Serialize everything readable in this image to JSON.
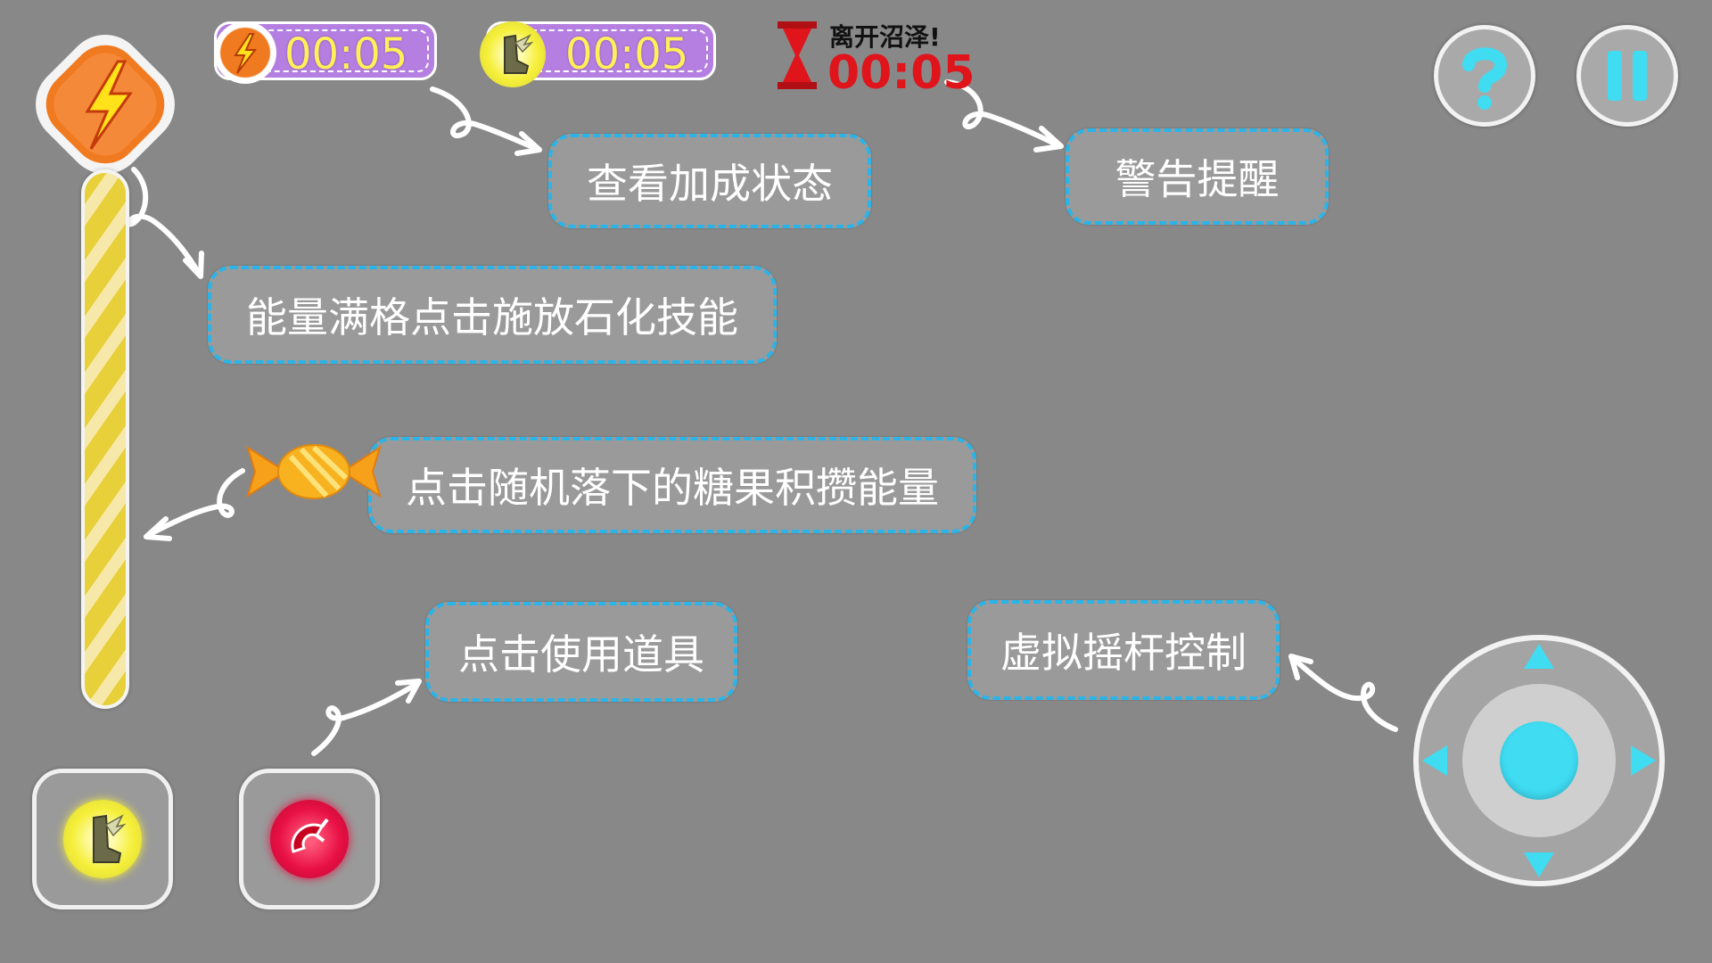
{
  "hud": {
    "power_timer": "00:05",
    "boot_timer": "00:05",
    "warning_label": "离开沼泽!",
    "warning_timer": "00:05"
  },
  "tooltips": {
    "buff_status": "查看加成状态",
    "warning": "警告提醒",
    "energy_full": "能量满格点击施放石化技能",
    "candy": "点击随机落下的糖果积攒能量",
    "use_item": "点击使用道具",
    "joystick": "虚拟摇杆控制"
  },
  "icons": {
    "energy": "lightning-bolt-icon",
    "boot": "winged-boot-icon",
    "hourglass": "hourglass-icon",
    "help": "question-mark-icon",
    "pause": "pause-icon",
    "candy": "candy-icon",
    "magnet": "magnet-icon"
  },
  "colors": {
    "background": "#888888",
    "tooltip_border": "#2ab4e8",
    "pill": "#b47fe0",
    "timer_text": "#fff05a",
    "warning_text": "#e0141b",
    "accent_cyan": "#3fdcf2"
  }
}
